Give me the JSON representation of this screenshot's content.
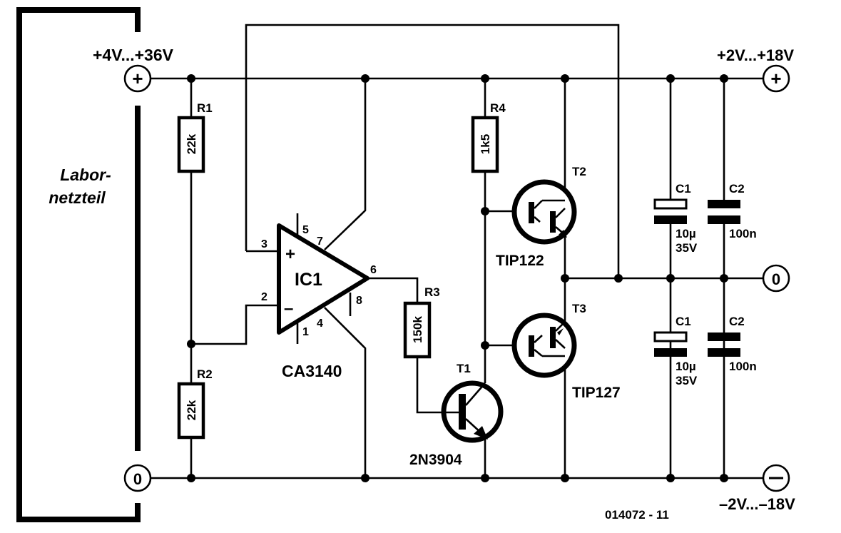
{
  "supply_box": {
    "label_line1": "Labor-",
    "label_line2": "netzteil"
  },
  "terminals": {
    "input_plus": {
      "symbol": "+",
      "voltage": "+4V...+36V"
    },
    "input_zero": {
      "symbol": "0"
    },
    "output_plus": {
      "symbol": "+",
      "voltage": "+2V...+18V"
    },
    "output_zero": {
      "symbol": "0"
    },
    "output_minus": {
      "symbol": "–",
      "voltage": "–2V...–18V"
    }
  },
  "resistors": [
    {
      "ref": "R1",
      "value": "22k"
    },
    {
      "ref": "R2",
      "value": "22k"
    },
    {
      "ref": "R3",
      "value": "150k"
    },
    {
      "ref": "R4",
      "value": "1k5"
    }
  ],
  "opamp": {
    "ref": "IC1",
    "part": "CA3140",
    "plus_sign": "+",
    "minus_sign": "–",
    "pins": {
      "p1": "1",
      "p2": "2",
      "p3": "3",
      "p4": "4",
      "p5": "5",
      "p6": "6",
      "p7": "7",
      "p8": "8"
    }
  },
  "transistors": [
    {
      "ref": "T1",
      "part": "2N3904"
    },
    {
      "ref": "T2",
      "part": "TIP122"
    },
    {
      "ref": "T3",
      "part": "TIP127"
    }
  ],
  "capacitors": [
    {
      "ref": "C1",
      "value": "10µ",
      "voltage": "35V"
    },
    {
      "ref": "C2",
      "value": "100n"
    },
    {
      "ref": "C1",
      "value": "10µ",
      "voltage": "35V"
    },
    {
      "ref": "C2",
      "value": "100n"
    }
  ],
  "figure_id": "014072 - 11"
}
